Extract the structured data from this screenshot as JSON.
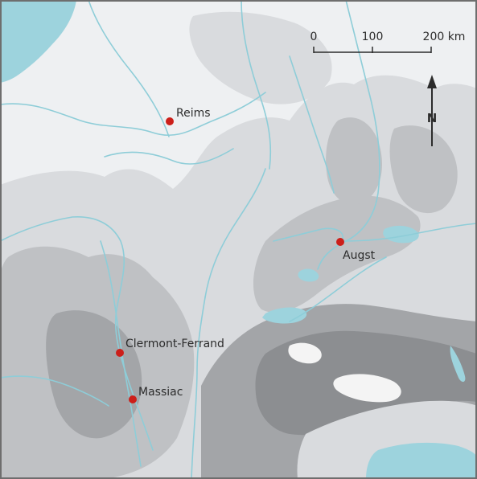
{
  "map": {
    "colors": {
      "lowland": "#eef0f2",
      "hill": "#d9dbde",
      "upland": "#bfc1c4",
      "mountain": "#a3a5a8",
      "high_mountain": "#8c8e91",
      "alpine_snow": "#f4f4f4",
      "water": "#9dd3dd",
      "river": "#8ecdd8",
      "city_marker": "#cc1f1a",
      "frame": "#6e6e6e",
      "ink": "#2c2c2c"
    },
    "cities": [
      {
        "name": "Reims"
      },
      {
        "name": "Augst"
      },
      {
        "name": "Clermont-Ferrand"
      },
      {
        "name": "Massiac"
      }
    ],
    "scale_bar": {
      "ticks": [
        "0",
        "100",
        "200 km"
      ]
    },
    "north_arrow": {
      "label": "N",
      "icon": "north-arrow-icon"
    }
  }
}
